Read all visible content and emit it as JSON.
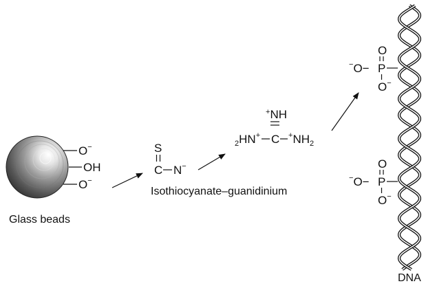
{
  "labels": {
    "glass_beads": "Glass beads",
    "isothiocyanate_guanidinium": "Isothiocyanate–guanidinium",
    "dna": "DNA"
  },
  "bead_groups": {
    "top": "O",
    "top_charge": "−",
    "middle": "OH",
    "bottom": "O",
    "bottom_charge": "−"
  },
  "isothiocyanate": {
    "sulfur": "S",
    "carbon": "C",
    "nitrogen": "N",
    "charge": "−"
  },
  "guanidinium": {
    "top_charge": "+",
    "top_group": "NH",
    "left_sub": "2",
    "left_group": "HN",
    "left_charge": "+",
    "carbon": "C",
    "right_charge": "+",
    "right_group": "NH",
    "right_sub": "2"
  },
  "phosphate": {
    "charge": "−",
    "oxygen": "O",
    "phosphorus": "P",
    "dash": "−"
  },
  "colors": {
    "bead_light": "#ffffff",
    "bead_dark": "#2a2a2a",
    "line": "#111111"
  }
}
